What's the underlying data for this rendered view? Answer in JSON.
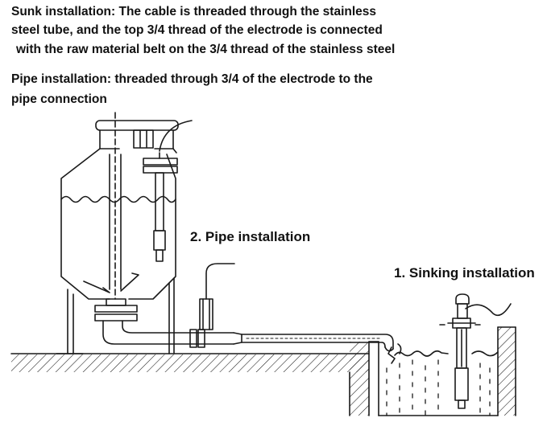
{
  "description": {
    "sunk": {
      "line1": "Sunk installation: The cable is threaded through the stainless",
      "line2": "steel tube, and the top 3/4 thread of the electrode is connected",
      "line3": "with the raw material belt on the 3/4 thread of the stainless steel"
    },
    "pipe": {
      "line1": "Pipe installation: threaded through 3/4 of the electrode to the",
      "line2": "pipe connection"
    }
  },
  "labels": {
    "pipe_installation": "2. Pipe installation",
    "sinking_installation": "1. Sinking installation"
  },
  "colors": {
    "line": "#1a1a1a",
    "background": "#ffffff"
  }
}
